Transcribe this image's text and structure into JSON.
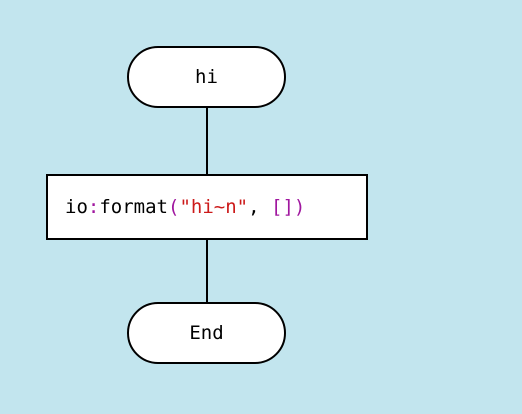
{
  "colors": {
    "background": "#c2e5ee",
    "node_fill": "#ffffff",
    "stroke": "#000000",
    "code_default": "#000000",
    "code_operator": "#a0179f",
    "code_string": "#cc1a1a",
    "code_escape": "#cc1a1a"
  },
  "flowchart": {
    "start_label": "hi",
    "end_label": "End",
    "process_code": [
      {
        "text": "io",
        "kind": "default"
      },
      {
        "text": ":",
        "kind": "operator"
      },
      {
        "text": "format",
        "kind": "default"
      },
      {
        "text": "(",
        "kind": "operator"
      },
      {
        "text": "\"hi",
        "kind": "string"
      },
      {
        "text": "~n",
        "kind": "escape"
      },
      {
        "text": "\"",
        "kind": "string"
      },
      {
        "text": ", ",
        "kind": "default"
      },
      {
        "text": "[])",
        "kind": "operator"
      }
    ]
  }
}
